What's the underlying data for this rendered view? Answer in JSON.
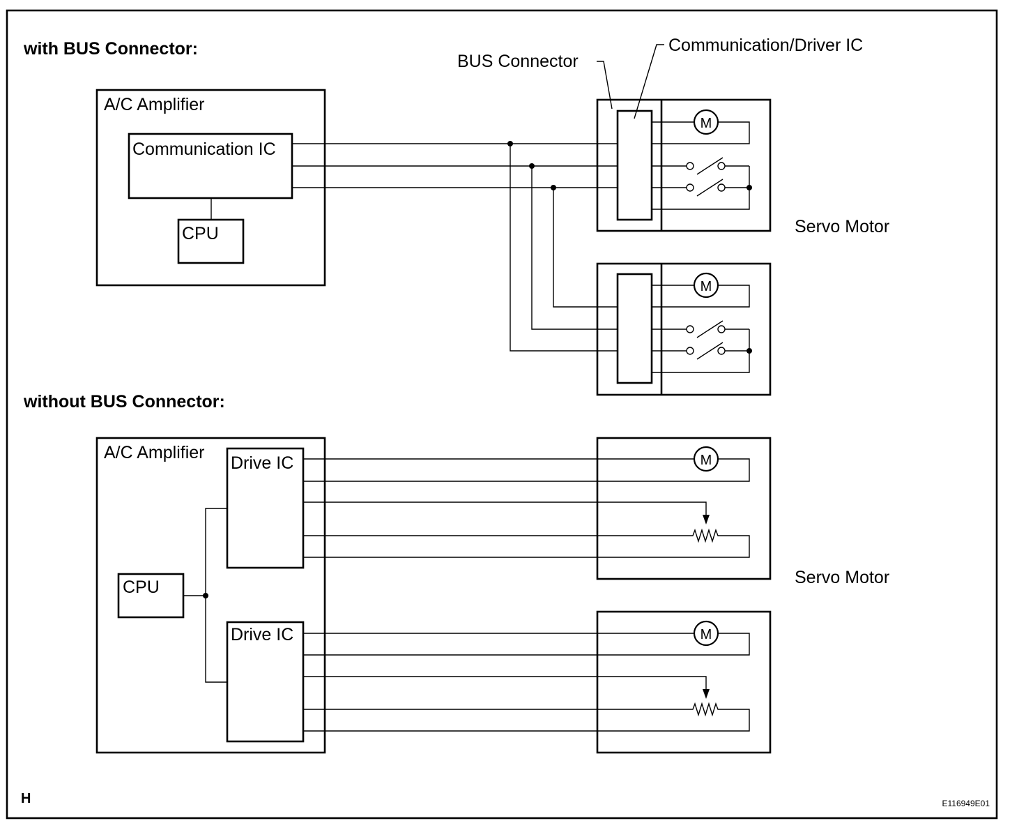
{
  "headings": {
    "with_bus": "with BUS Connector:",
    "without_bus": "without BUS Connector:"
  },
  "labels": {
    "bus_connector": "BUS Connector",
    "comm_driver_ic": "Communication/Driver IC",
    "ac_amplifier_top": "A/C Amplifier",
    "communication_ic": "Communication IC",
    "cpu_top": "CPU",
    "servo_motor_top": "Servo Motor",
    "ac_amplifier_bottom": "A/C Amplifier",
    "drive_ic_1": "Drive IC",
    "drive_ic_2": "Drive IC",
    "cpu_bottom": "CPU",
    "servo_motor_bottom": "Servo Motor",
    "motor_symbol": "M"
  },
  "footer": {
    "corner_letter": "H",
    "figure_id": "E116949E01"
  }
}
